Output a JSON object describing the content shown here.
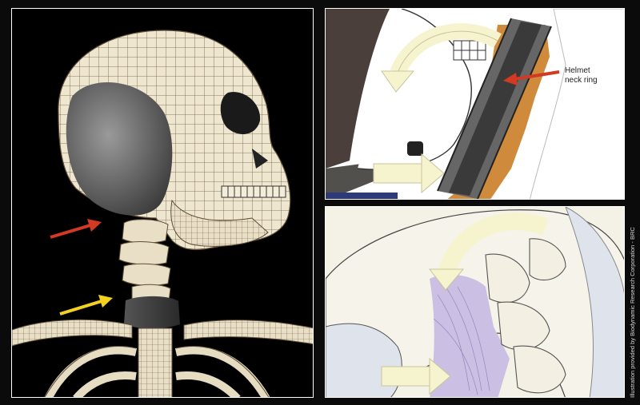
{
  "callout": {
    "line1": "Helmet",
    "line2": "neck ring"
  },
  "credit": "Illustration provided by Biodynamic Research Corporation - BRC",
  "colors": {
    "red_arrow": "#d23a23",
    "yellow_arrow": "#f2d21e",
    "force_arrow": "#f6f3cf",
    "bone": "#eee6cf",
    "mesh_line": "#6b5a40",
    "tissue": "#cf8a3c",
    "ligament": "#cbbfe3",
    "helmet_ring": "#555555"
  },
  "icons": [
    "red-arrow-icon",
    "yellow-arrow-icon",
    "force-arrow-icon",
    "curved-arrow-icon"
  ]
}
